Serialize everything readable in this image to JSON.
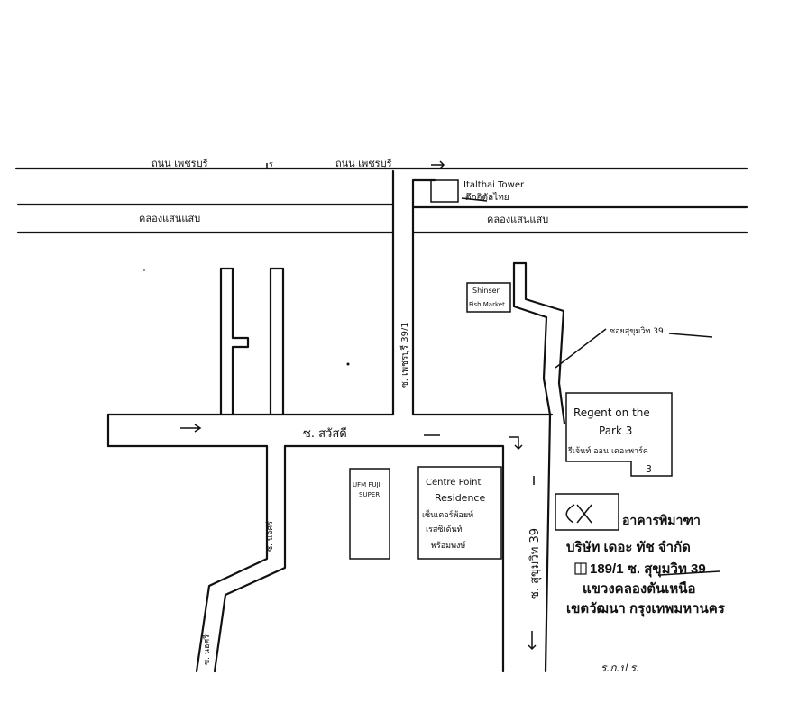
{
  "map": {
    "roads": {
      "petchburi_left": "ถนน เพชรบุรี",
      "petchburi_right": "ถนน เพชรบุรี",
      "petchburi_arrow_mark": "ร",
      "canal_left": "คลองแสนแสบ",
      "canal_right": "คลองแสนแสบ",
      "soi_petchburi": "ซ. เพชรบุรี 39/1",
      "sawasdee": "ซ. สวัสดี",
      "soi_sukhumvit_vertical": "ซ. สุขุมวิท 39",
      "soi_leader_label": "ซอยสุขุมวิท 39",
      "nana_upper": "ซ. นอศรี",
      "nana_lower": "ซ. นอศรี"
    },
    "landmarks": {
      "italthai_en": "Italthai Tower",
      "italthai_th": "ตึกอิตัลไทย",
      "shinsen_line1": "Shinsen",
      "shinsen_line2": "Fish Market",
      "ufm_line1": "UFM FUJI",
      "ufm_line2": "SUPER",
      "centre_line1": "Centre Point",
      "centre_line2": "Residence",
      "centre_th1": "เซ็นเตอร์พ้อยท์",
      "centre_th2": "เรสซิเด้นท์",
      "centre_th3": "พร้อมพงษ์",
      "regent_line1": "Regent on the",
      "regent_line2": "Park 3",
      "regent_th": "รีเจ้นท์ ออน เดอะพาร์ค",
      "regent_num": "3"
    },
    "company": {
      "building": "อาคารพิมาฑา",
      "name": "บริษัท เดอะ ทัช จำกัด",
      "address1": "189/1 ซ. สุขุมวิท 39",
      "address2": "แขวงคลองตันเหนือ",
      "address3": "เขตวัฒนา กรุงเทพมหานคร"
    },
    "signature": "ร.ก.ป.ร."
  }
}
